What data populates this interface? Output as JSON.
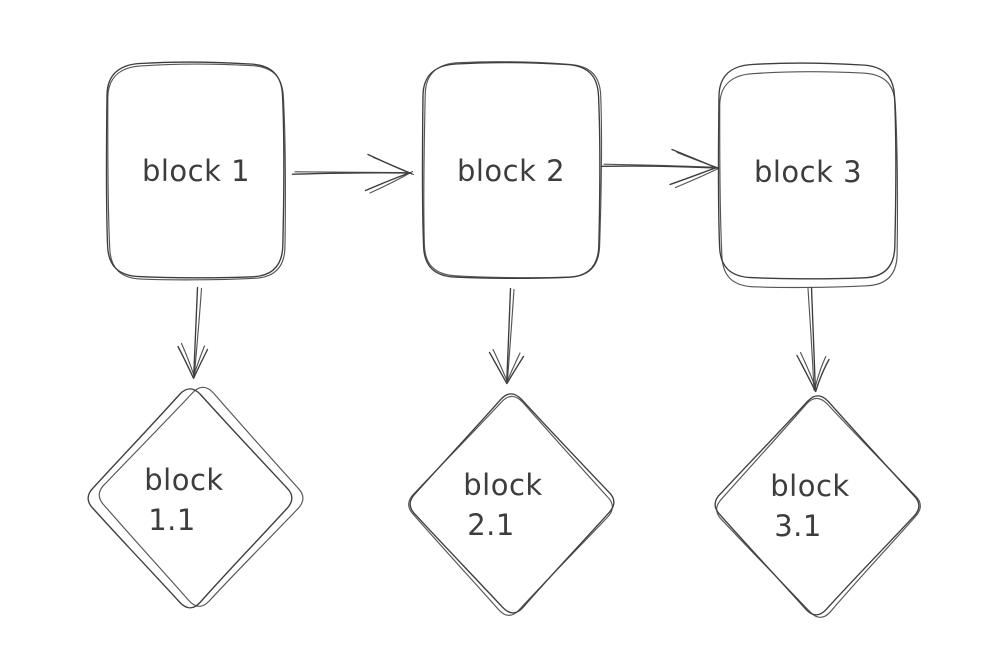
{
  "diagram": {
    "type": "flowchart",
    "colors": {
      "background": "#ffffff",
      "stroke": "#3d3d3d",
      "hachure": "#e7e7e7"
    },
    "nodes": [
      {
        "id": "block-1",
        "shape": "rectangle",
        "label": "block 1"
      },
      {
        "id": "block-2",
        "shape": "rectangle",
        "label": "block 2"
      },
      {
        "id": "block-3",
        "shape": "rectangle",
        "label": "block 3"
      },
      {
        "id": "block-1-1",
        "shape": "diamond",
        "label": "block 1.1",
        "line1": "block",
        "line2": "1.1"
      },
      {
        "id": "block-2-1",
        "shape": "diamond",
        "label": "block 2.1",
        "line1": "block",
        "line2": "2.1"
      },
      {
        "id": "block-3-1",
        "shape": "diamond",
        "label": "block 3.1",
        "line1": "block",
        "line2": "3.1"
      }
    ],
    "edges": [
      {
        "from": "block 1",
        "to": "block 2"
      },
      {
        "from": "block 2",
        "to": "block 3"
      },
      {
        "from": "block 1",
        "to": "block 1.1"
      },
      {
        "from": "block 2",
        "to": "block 2.1"
      },
      {
        "from": "block 3",
        "to": "block 3.1"
      }
    ]
  }
}
